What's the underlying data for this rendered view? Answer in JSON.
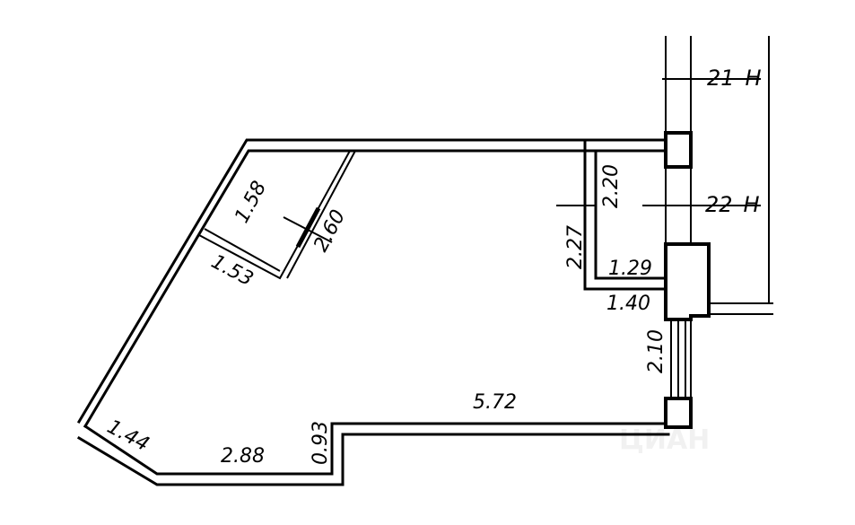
{
  "dimensions": {
    "d_2_20": "2.20",
    "d_2_27": "2.27",
    "d_1_29": "1.29",
    "d_1_40": "1.40",
    "d_2_10": "2.10",
    "d_5_72": "5.72",
    "d_0_93": "0.93",
    "d_2_88": "2.88",
    "d_1_44": "1.44",
    "d_1_58": "1.58",
    "d_1_53": "1.53",
    "d_2_60": "2.60"
  },
  "grid_labels": {
    "axis_21": "21–Н",
    "axis_22": "22–Н"
  },
  "watermark": "ЦИАН"
}
